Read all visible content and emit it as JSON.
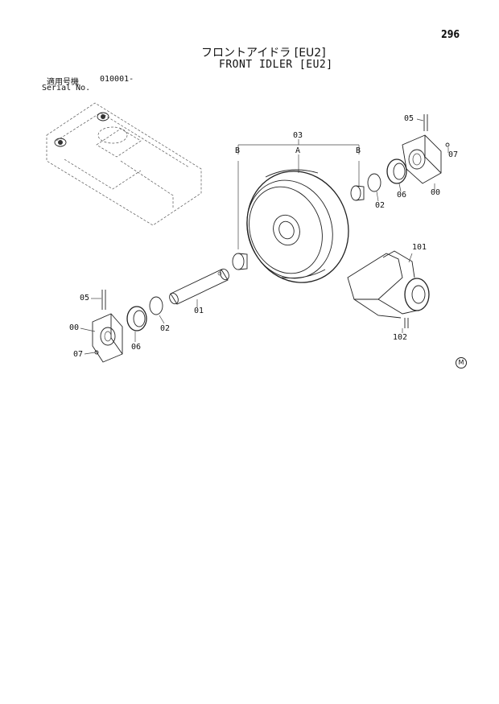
{
  "page_number": "296",
  "title_jp": "フロントアイドラ [EU2]",
  "title_en": "FRONT IDLER [EU2]",
  "serial_label_jp": "適用号機",
  "serial_value": "010001-",
  "serial_label_en": "Serial No.",
  "callouts": {
    "c03": "03",
    "cA": "A",
    "cB_left": "B",
    "cB_right": "B",
    "c05_top": "05",
    "c07_top": "07",
    "c00_top": "00",
    "c06_top": "06",
    "c02_top": "02",
    "c101": "101",
    "c102": "102",
    "c01": "01",
    "c05_left": "05",
    "c00_left": "00",
    "c07_left": "07",
    "c06_left": "06",
    "c02_left": "02"
  },
  "footer_mark": "M"
}
